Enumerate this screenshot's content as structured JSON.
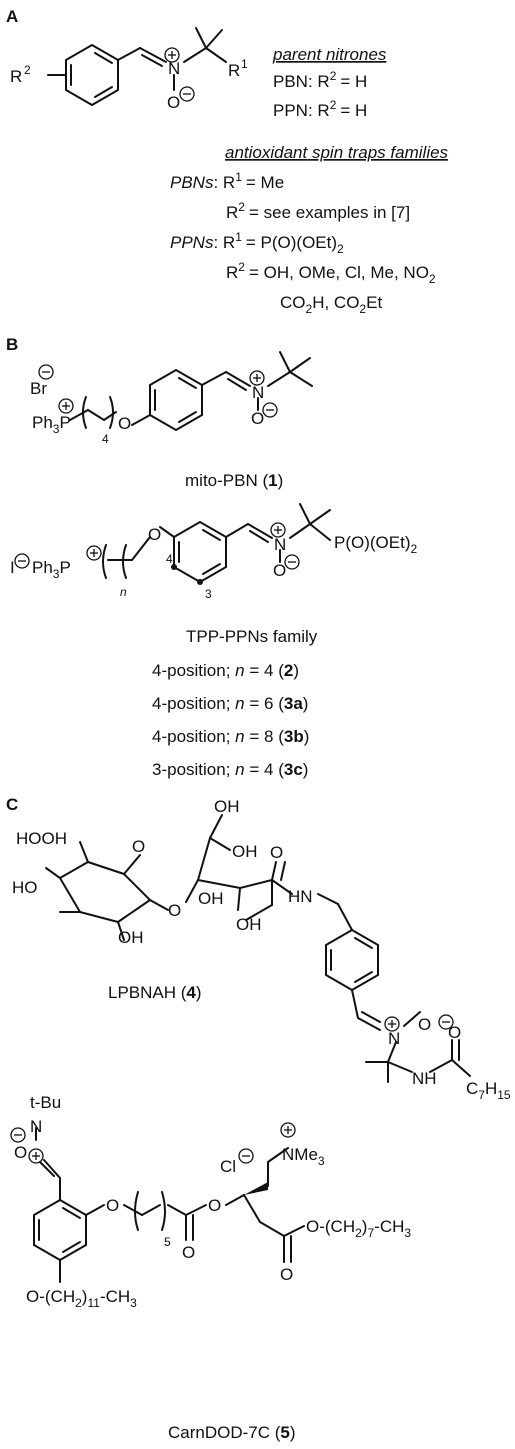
{
  "panels": {
    "a": {
      "letter": "A"
    },
    "b": {
      "letter": "B"
    },
    "c": {
      "letter": "C"
    }
  },
  "a": {
    "parent_heading_1": "parent",
    "parent_heading_2": "nitrones",
    "pbn_line": "PBN: R",
    "ppn_line": "PPN: R",
    "r2_eq_h": "= H",
    "families_heading": [
      "antioxidant",
      "spin",
      "traps",
      "families"
    ],
    "pbns_label": "PBNs",
    "pbns_r1": ": R",
    "pbns_r1_val": "= Me",
    "pbns_r2": "R",
    "pbns_r2_val": "= see examples in [7]",
    "ppns_label": "PPNs",
    "ppns_r1": ": R",
    "ppns_r1_val": "= P(O)(OEt)",
    "ppns_r2": "R",
    "ppns_r2_val": "= OH, OMe, Cl, Me, NO",
    "ppns_r2_val2": "CO",
    "ppns_r2_val2b": "H, CO",
    "ppns_r2_val2c": "Et"
  },
  "atoms": {
    "N": "N",
    "O": "O",
    "R1": "R",
    "R2": "R",
    "one": "1",
    "two": "2",
    "Br": "Br",
    "Ph3P": "Ph",
    "P": "P",
    "I": "I",
    "three": "3",
    "four": "4",
    "six": "6",
    "eight": "8",
    "n": "n",
    "OH": "OH",
    "HO": "HO",
    "HN": "HN",
    "NH": "NH",
    "C7H15": "C",
    "H": "H",
    "fifteen": "15",
    "seven": "7",
    "tBu": "t-Bu",
    "Cl": "Cl",
    "NMe3": "NMe",
    "PO_OEt2": "P(O)(OEt)",
    "O_CH2_7_CH3": "O-(CH",
    "O_CH2_11_CH3": "O-(CH",
    "CH3": "-CH",
    "eleven": "11",
    "five": "5",
    "plus": "+",
    "minus": "−"
  },
  "b": {
    "mito_name": "mito-PBN (",
    "mito_num": "1",
    "tpp_name": "TPP-PPNs family",
    "list": [
      {
        "pos": "4-position; ",
        "n": "n",
        "eq": " = 4 (",
        "num": "2",
        "close": ")"
      },
      {
        "pos": "4-position; ",
        "n": "n",
        "eq": " = 6 (",
        "num": "3a",
        "close": ")"
      },
      {
        "pos": "4-position; ",
        "n": "n",
        "eq": " = 8 (",
        "num": "3b",
        "close": ")"
      },
      {
        "pos": "3-position; ",
        "n": "n",
        "eq": " = 4 (",
        "num": "3c",
        "close": ")"
      }
    ]
  },
  "c": {
    "lpbnah_name": "LPBNAH (",
    "lpbnah_num": "4",
    "carn_name": "CarnDOD-7C (",
    "carn_num": "5",
    "close": ")"
  }
}
